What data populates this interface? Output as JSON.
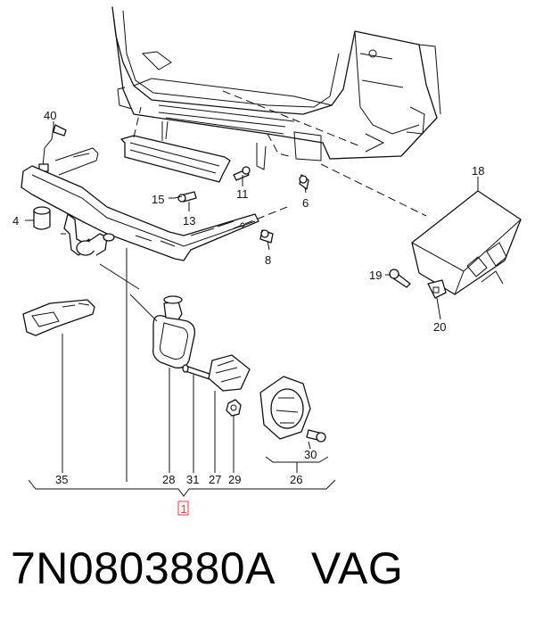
{
  "callouts": [
    {
      "id": "40",
      "label": "40"
    },
    {
      "id": "4",
      "label": "4"
    },
    {
      "id": "15",
      "label": "15"
    },
    {
      "id": "13",
      "label": "13"
    },
    {
      "id": "11",
      "label": "11"
    },
    {
      "id": "6",
      "label": "6"
    },
    {
      "id": "8",
      "label": "8"
    },
    {
      "id": "18",
      "label": "18"
    },
    {
      "id": "19",
      "label": "19"
    },
    {
      "id": "20",
      "label": "20"
    },
    {
      "id": "35",
      "label": "35"
    },
    {
      "id": "28",
      "label": "28"
    },
    {
      "id": "31",
      "label": "31"
    },
    {
      "id": "27",
      "label": "27"
    },
    {
      "id": "29",
      "label": "29"
    },
    {
      "id": "26",
      "label": "26"
    },
    {
      "id": "30",
      "label": "30"
    }
  ],
  "reference": {
    "label": "1",
    "color": "#e0413a"
  },
  "caption": {
    "part_number": "7N0803880A",
    "brand": "VAG"
  }
}
